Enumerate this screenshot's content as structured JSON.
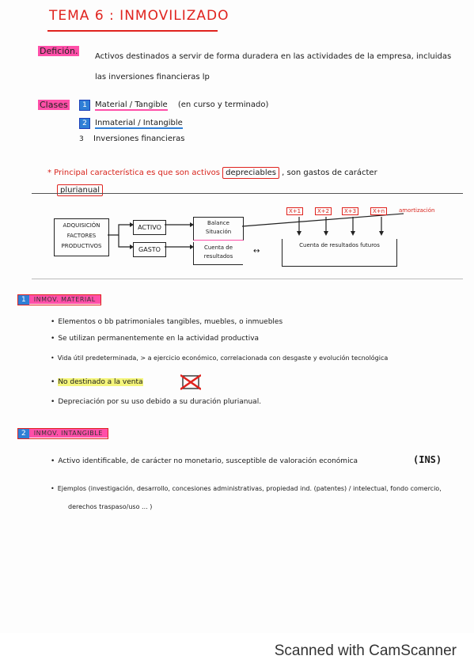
{
  "title": "TEMA 6 : INMOVILIZADO",
  "definicion": {
    "label": "Defición.",
    "line1": "Activos destinados a servir de forma duradera en las actividades de la empresa, incluidas",
    "line2": "las inversiones financieras lp"
  },
  "clases": {
    "label": "Clases",
    "items": [
      {
        "num": "1",
        "text": "Material / Tangible",
        "note": "(en curso y terminado)"
      },
      {
        "num": "2",
        "text": "Inmaterial / Intangible",
        "note": ""
      },
      {
        "num": "3",
        "text": "Inversiones financieras",
        "note": ""
      }
    ]
  },
  "principal": {
    "prefix": "* Principal característica es que son activos",
    "boxed": "depreciables",
    "suffix": ", son gastos de carácter",
    "boxed2": "plurianual"
  },
  "diagram": {
    "adquisicion": "ADQUISICIÓN FACTORES PRODUCTIVOS",
    "activo": "ACTIVO",
    "gasto": "GASTO",
    "balance": "Balance Situación",
    "cuenta": "Cuenta de resultados",
    "cuenta_futuros": "Cuenta de resultados futuros",
    "years": [
      "X+1",
      "X+2",
      "X+3",
      "X+n"
    ],
    "amortizacion": "amortización",
    "arrow_both": "↔"
  },
  "sec1": {
    "num": "1",
    "label": "INMOV. MATERIAL",
    "bullets": [
      "Elementos o bb patrimoniales tangibles, muebles, o inmuebles",
      "Se utilizan permanentemente en la actividad productiva",
      "Vida útil predeterminada, > a ejercicio económico, correlacionada con desgaste y evolución tecnológica",
      "No destinado a la venta",
      "Depreciación por su uso debido a su duración plurianual."
    ]
  },
  "sec2": {
    "num": "2",
    "label": "INMOV. INTANGIBLE",
    "bullets": [
      "Activo identificable, de carácter no monetario, susceptible de valoración económica",
      "Ejemplos (investigación, desarrollo, concesiones administrativas, propiedad ind. (patentes) / intelectual, fondo comercio,",
      "derechos traspaso/uso ... )"
    ],
    "ins": "(INS)"
  },
  "footer": "Scanned with CamScanner"
}
